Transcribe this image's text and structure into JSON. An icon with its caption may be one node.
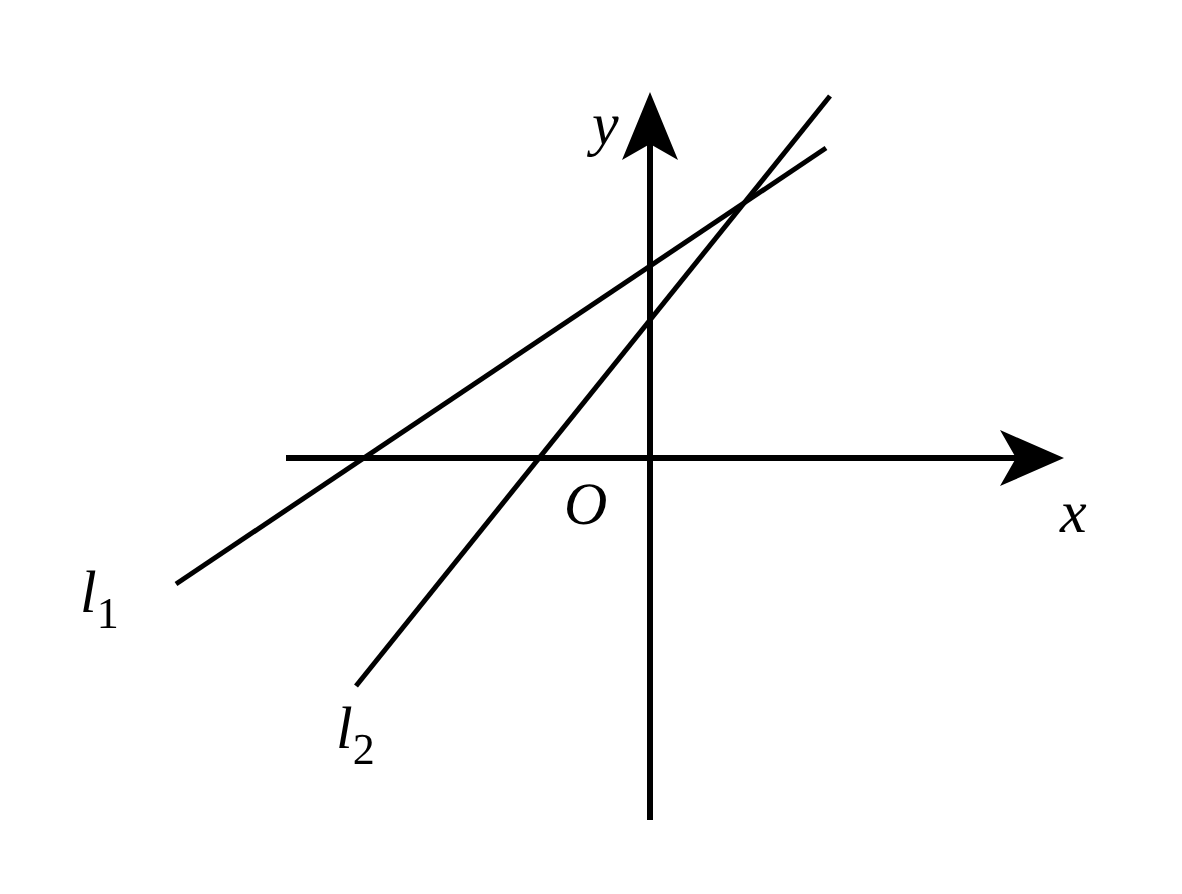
{
  "diagram": {
    "labels": [
      "y",
      "O",
      "x",
      "l$_{1}$",
      "l$_{2}$"
    ]
  }
}
